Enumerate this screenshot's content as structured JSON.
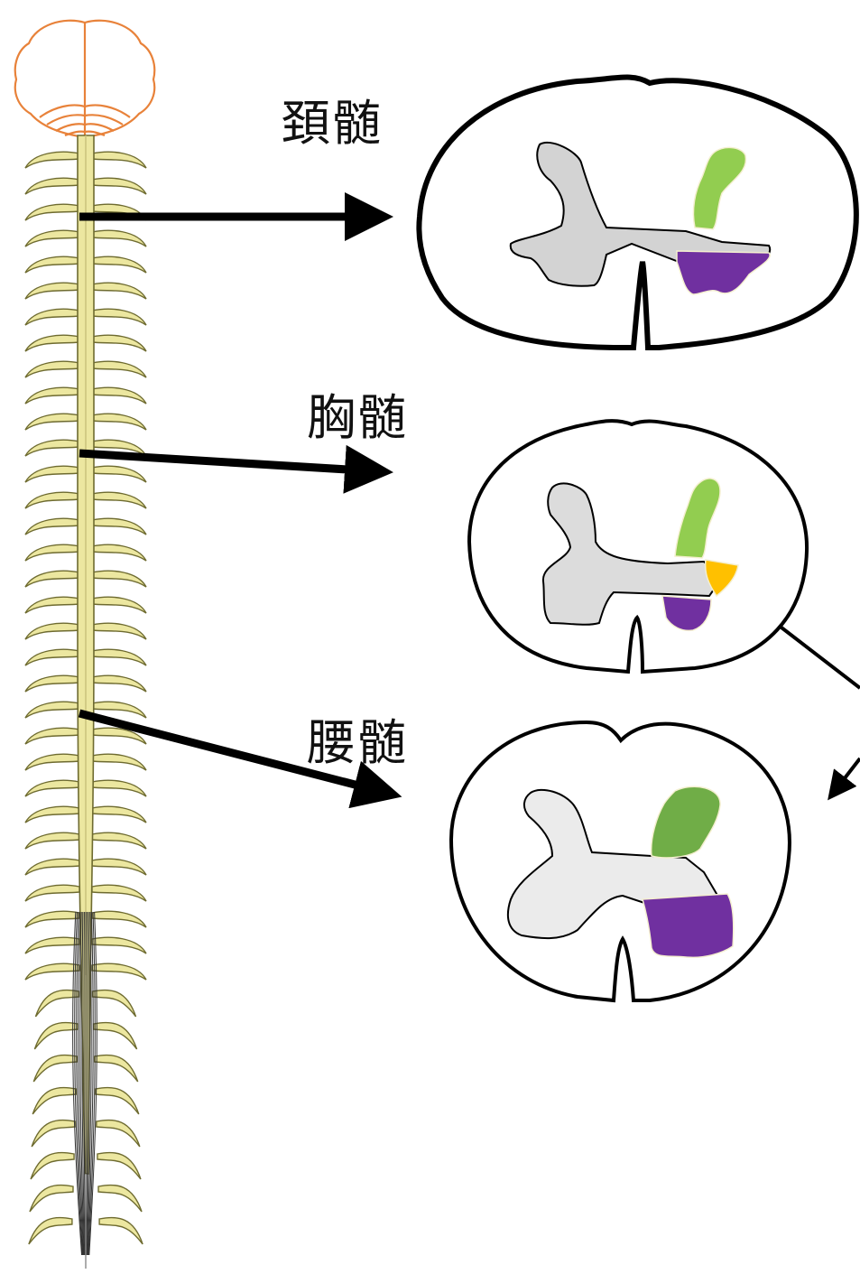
{
  "labels": {
    "cervical": "頚髄",
    "thoracic": "胸髄",
    "lumbar": "腰髄"
  },
  "colors": {
    "background": "#ffffff",
    "outline": "#000000",
    "brain_outline": "#e8823a",
    "cord_fill": "#ece7a0",
    "cord_outline": "#6e6b30",
    "gray_matter_cervical": "#d3d3d3",
    "gray_matter_thoracic": "#dcdcdc",
    "gray_matter_lumbar": "#ebebeb",
    "dorsal_horn_green_light": "#92cd50",
    "dorsal_horn_green_dark": "#70ad47",
    "ventral_horn_purple": "#7030a0",
    "lateral_horn_orange": "#ffc000"
  },
  "icons": {
    "brain": "brain-icon",
    "spinal_cord": "spinal-cord-icon"
  }
}
